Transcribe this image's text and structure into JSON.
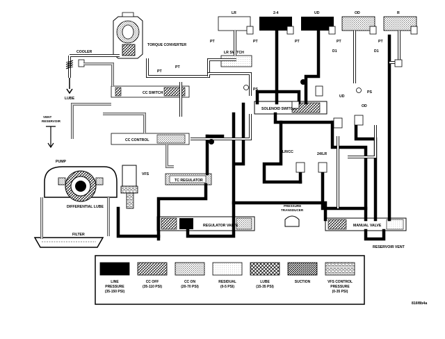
{
  "labels": {
    "lr": "LR",
    "two_four": "2-4",
    "ud_top": "UD",
    "od_top": "OD",
    "r": "R",
    "torque_converter": "TORQUE CONVERTER",
    "cooler": "COOLER",
    "lube": "LUBE",
    "vent_reservoir": "VENT\nRESERVOIR",
    "pump": "PUMP",
    "differential_lube": "DIFFERENTIAL LUBE",
    "filter": "FILTER",
    "vfs": "VFS",
    "tc_regulator": "TC REGULATOR",
    "regulator_valve": "REGULATOR VALVE",
    "pressure_transducer": "PRESSURE\nTRANSDUCER",
    "manual_valve": "MANUAL VALVE",
    "reservoir_vent": "RESERVOIR VENT",
    "cc_switch": "CC SWITCH",
    "cc_control": "CC CONTROL",
    "lr_switch": "LR SWITCH",
    "solenoid_switch": "SOLENOID SWITCH",
    "lr_cc": "LR/CC",
    "two_four_lr": "24/LR",
    "ud_mid": "UD",
    "od_mid": "OD",
    "ps": "PS",
    "pt": "PT",
    "d1": "D1",
    "image_code": "816f8b4a"
  },
  "legend": [
    {
      "name": "LINE",
      "range": "PRESSURE\n(35-150 PSI)",
      "color": "#000000"
    },
    {
      "name": "CC OFF",
      "range": "(35-110 PSI)",
      "color": "#555555"
    },
    {
      "name": "CC ON",
      "range": "(20-70 PSI)",
      "color": "#888888"
    },
    {
      "name": "RESIDUAL",
      "range": "(0-5 PSI)",
      "color": "#cccccc"
    },
    {
      "name": "LUBE",
      "range": "(15-35 PSI)",
      "color": "#666666"
    },
    {
      "name": "SUCTION",
      "range": "",
      "color": "#333333"
    },
    {
      "name": "VFS CONTROL",
      "range": "PRESSURE\n(0-35 PSI)",
      "color": "#444444"
    }
  ]
}
